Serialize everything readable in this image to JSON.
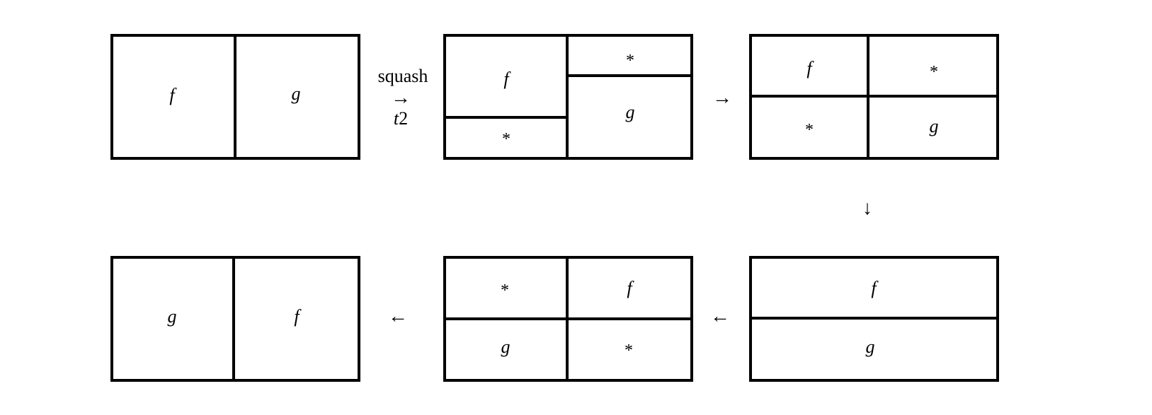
{
  "diagram": {
    "step1": {
      "left": "f",
      "right": "g"
    },
    "step2": {
      "left_top": "f",
      "left_bottom": "*",
      "right_top": "*",
      "right_bottom": "g"
    },
    "step3": {
      "top_left": "f",
      "top_right": "*",
      "bottom_left": "*",
      "bottom_right": "g"
    },
    "step4": {
      "top": "f",
      "bottom": "g"
    },
    "step5": {
      "top_left": "*",
      "top_right": "f",
      "bottom_left": "g",
      "bottom_right": "*"
    },
    "step6": {
      "left": "g",
      "right": "f"
    },
    "arrows": {
      "squash_label": "squash",
      "squash_sub": "t",
      "squash_sub_index": "2",
      "right": "→",
      "down": "↓",
      "left": "←"
    }
  }
}
